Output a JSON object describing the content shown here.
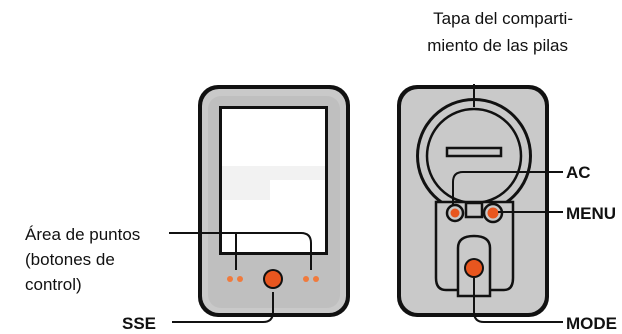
{
  "labels": {
    "battery_cover_line1": "Tapa del comparti-",
    "battery_cover_line2": "miento de las pilas",
    "ac": "AC",
    "menu": "MENU",
    "mode": "MODE",
    "dots_line1": "Área de puntos",
    "dots_line2": "(botones de",
    "dots_line3": "control)",
    "sse": "SSE"
  },
  "colors": {
    "body_outline": "#111111",
    "body_fill": "#c9c9c9",
    "inner_fill": "#bcbcbc",
    "screen_fill": "#ffffff",
    "button_orange": "#e8561f",
    "dot_orange": "#f07a3c"
  }
}
